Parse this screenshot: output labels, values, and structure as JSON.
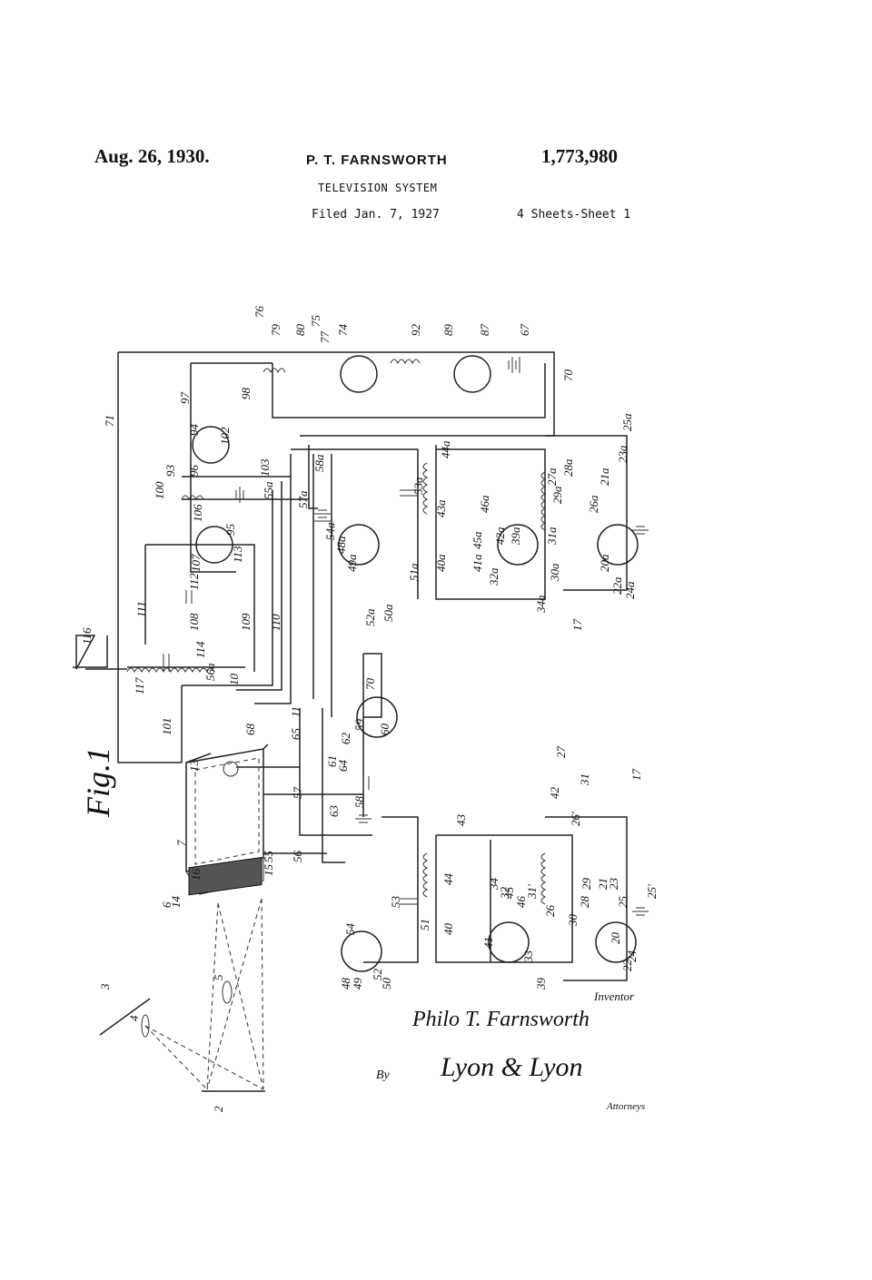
{
  "header": {
    "date": "Aug. 26, 1930.",
    "inventor": "P. T. FARNSWORTH",
    "patent_number": "1,773,980",
    "title": "TELEVISION SYSTEM",
    "filed": "Filed Jan. 7, 1927",
    "sheets": "4 Sheets-Sheet  1"
  },
  "figure": {
    "label": "Fig.1",
    "refs_upper": [
      "76",
      "79",
      "80",
      "75",
      "77",
      "74",
      "92",
      "89",
      "87",
      "67",
      "70",
      "71",
      "97",
      "98",
      "94",
      "102",
      "96",
      "93",
      "103",
      "100",
      "106",
      "95",
      "107",
      "113",
      "112",
      "111",
      "108",
      "114",
      "116",
      "117",
      "109",
      "110",
      "55a",
      "101",
      "56a",
      "10",
      "68",
      "13",
      "11",
      "65",
      "70",
      "60",
      "59",
      "62",
      "61",
      "64",
      "63",
      "58",
      "57",
      "56",
      "55",
      "15",
      "16",
      "14",
      "6",
      "7"
    ],
    "refs_lower": [
      "53",
      "51",
      "54",
      "48",
      "49",
      "52",
      "50",
      "40",
      "43",
      "44",
      "41",
      "32",
      "33",
      "39",
      "34",
      "45",
      "46",
      "42",
      "31",
      "27",
      "17",
      "25",
      "20",
      "26",
      "30",
      "29",
      "28",
      "21",
      "23",
      "22",
      "24",
      "25'",
      "26'",
      "31'"
    ],
    "refs_right": [
      "31a",
      "25a",
      "27a",
      "28a",
      "29a",
      "23a",
      "21a",
      "26a",
      "20a",
      "22a",
      "24a",
      "17",
      "34a",
      "30a",
      "32a",
      "41a",
      "42a",
      "46a",
      "45a",
      "39a",
      "40a",
      "43a",
      "44a",
      "51a",
      "52a",
      "50a",
      "49a",
      "48a",
      "54a",
      "57a",
      "58a",
      "53a"
    ],
    "refs_optics": [
      "3",
      "4",
      "5",
      "2"
    ]
  },
  "signature": {
    "inventor_label": "Inventor",
    "inventor_name": "Philo T. Farnsworth",
    "by_label": "By",
    "attorney_name": "Lyon & Lyon",
    "attorneys_label": "Attorneys"
  }
}
